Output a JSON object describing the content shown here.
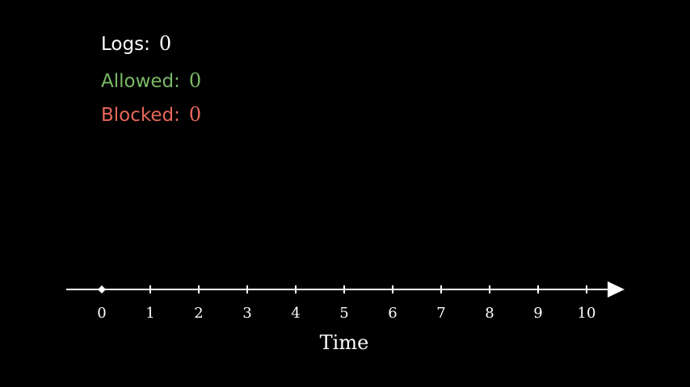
{
  "counters": {
    "logs": {
      "label": "Logs:",
      "value": "0",
      "color": "#ffffff"
    },
    "allowed": {
      "label": "Allowed:",
      "value": "0",
      "color": "#79b866"
    },
    "blocked": {
      "label": "Blocked:",
      "value": "0",
      "color": "#e8675a"
    }
  },
  "chart_data": {
    "type": "line",
    "title": "",
    "xlabel": "Time",
    "ylabel": "",
    "xlim": [
      0,
      10
    ],
    "ticks": [
      "0",
      "1",
      "2",
      "3",
      "4",
      "5",
      "6",
      "7",
      "8",
      "9",
      "10"
    ],
    "marker": {
      "x": 0
    },
    "grid": false,
    "colors": {
      "axis": "#ffffff",
      "background": "#000000"
    }
  }
}
